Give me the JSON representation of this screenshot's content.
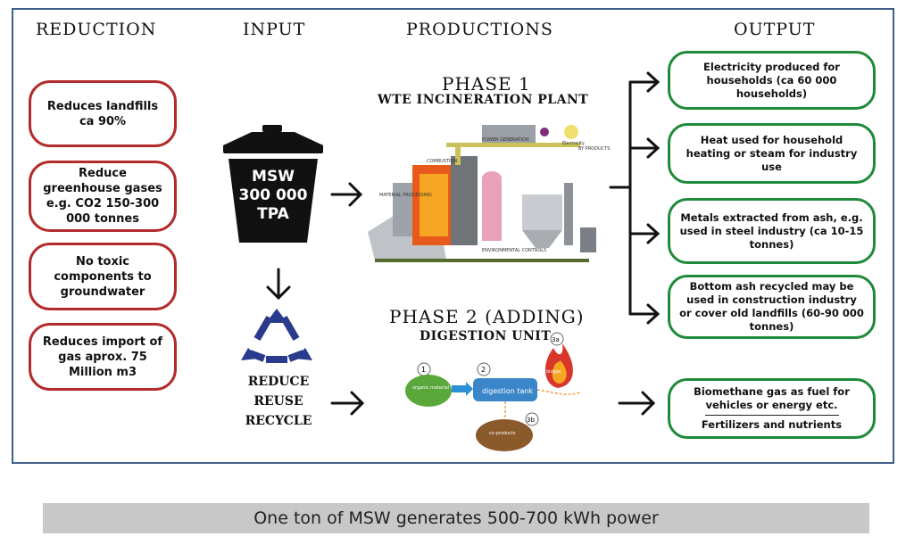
{
  "columns": {
    "reduction": "REDUCTION",
    "input": "INPUT",
    "productions": "PRODUCTIONS",
    "output": "OUTPUT"
  },
  "reduction_items": [
    "Reduces landfills ca 90%",
    "Reduce greenhouse gases e.g. CO2 150-300 000 tonnes",
    "No toxic components to groundwater",
    "Reduces import of gas aprox. 75 Million m3"
  ],
  "input": {
    "bin_line1": "MSW",
    "bin_line2": "300 000",
    "bin_line3": "TPA",
    "recycle_line1": "REDUCE",
    "recycle_line2": "REUSE",
    "recycle_line3": "RECYCLE"
  },
  "phase1": {
    "title": "PHASE 1",
    "subtitle": "WTE INCINERATION PLANT",
    "labels": {
      "power": "POWER GENERATION",
      "combustion": "COMBUSTION",
      "material": "MATERIAL PROCESSING",
      "env": "ENVIRONMENTAL CONTROLS",
      "byproducts": "BY PRODUCTS",
      "electricity": "Electricity"
    }
  },
  "phase2": {
    "title": "PHASE 2 (ADDING)",
    "subtitle": "DIGESTION UNIT",
    "step1": "1",
    "step2": "2",
    "step3a": "3a",
    "step3b": "3b",
    "tank": "digestion tank",
    "organic": "organic material",
    "biogas": "biogas",
    "coproducts": "co-products"
  },
  "outputs": [
    {
      "text": "Electricity produced for households (ca 60 000 households)"
    },
    {
      "text": "Heat used for household heating or steam for industry use"
    },
    {
      "text": "Metals extracted from ash, e.g. used in steel industry (ca 10-15 tonnes)"
    },
    {
      "text": "Bottom ash recycled may be used in construction industry or cover old landfills (60-90 000 tonnes)"
    },
    {
      "text": "Biomethane gas as fuel for vehicles or energy etc.",
      "text2": "Fertilizers and nutrients"
    }
  ],
  "footer": "One ton of MSW generates 500-700 kWh power",
  "colors": {
    "frame": "#3f5f8a",
    "red_box": "#b32b2b",
    "green_box": "#1f8a3a",
    "recycle_blue": "#2a3a8c",
    "footer_bg": "#c8c8c8"
  }
}
